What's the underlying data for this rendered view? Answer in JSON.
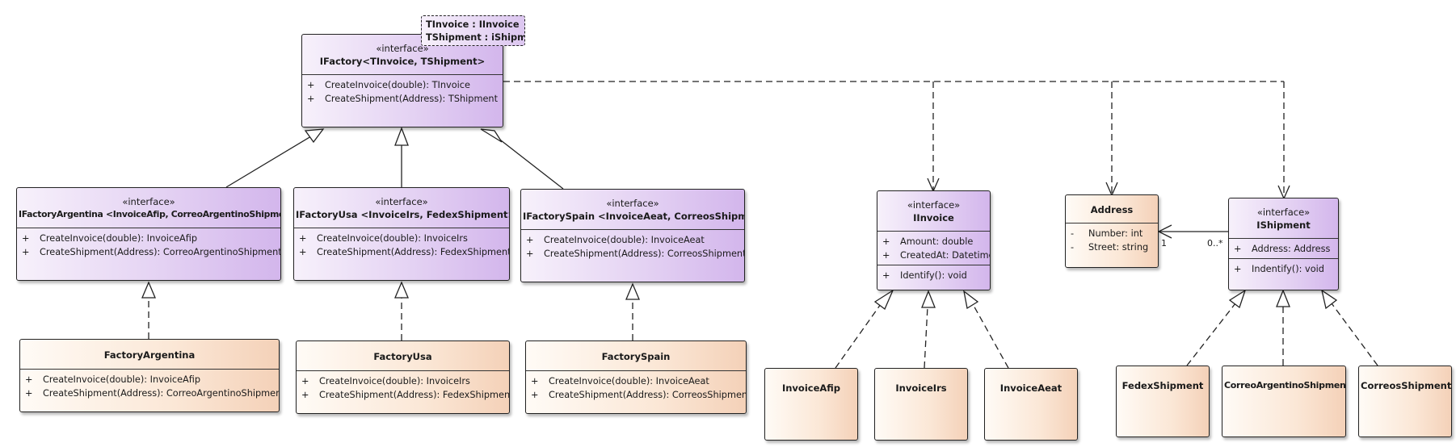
{
  "interfaces": {
    "ifactory": {
      "stereotype": "«interface»",
      "name": "IFactory<TInvoice, TShipment>",
      "ops": [
        {
          "vis": "+",
          "text": "CreateInvoice(double): TInvoice"
        },
        {
          "vis": "+",
          "text": "CreateShipment(Address): TShipment"
        }
      ]
    },
    "ifactory_argentina": {
      "stereotype": "«interface»",
      "name": "IFactoryArgentina <InvoiceAfip, CorreoArgentinoShipment>",
      "ops": [
        {
          "vis": "+",
          "text": "CreateInvoice(double): InvoiceAfip"
        },
        {
          "vis": "+",
          "text": "CreateShipment(Address): CorreoArgentinoShipment"
        }
      ]
    },
    "ifactory_usa": {
      "stereotype": "«interface»",
      "name": "IFactoryUsa <InvoiceIrs, FedexShipment>",
      "ops": [
        {
          "vis": "+",
          "text": "CreateInvoice(double): InvoiceIrs"
        },
        {
          "vis": "+",
          "text": "CreateShipment(Address): FedexShipment"
        }
      ]
    },
    "ifactory_spain": {
      "stereotype": "«interface»",
      "name": "IFactorySpain <InvoiceAeat, CorreosShipment>",
      "ops": [
        {
          "vis": "+",
          "text": "CreateInvoice(double): InvoiceAeat"
        },
        {
          "vis": "+",
          "text": "CreateShipment(Address): CorreosShipment"
        }
      ]
    },
    "iinvoice": {
      "stereotype": "«interface»",
      "name": "IInvoice",
      "attrs": [
        {
          "vis": "+",
          "text": "Amount: double"
        },
        {
          "vis": "+",
          "text": "CreatedAt: Datetime"
        }
      ],
      "ops": [
        {
          "vis": "+",
          "text": "Identify(): void"
        }
      ]
    },
    "ishipment": {
      "stereotype": "«interface»",
      "name": "IShipment",
      "attrs": [
        {
          "vis": "+",
          "text": "Address: Address"
        }
      ],
      "ops": [
        {
          "vis": "+",
          "text": "Indentify(): void"
        }
      ]
    }
  },
  "classes": {
    "factory_argentina": {
      "name": "FactoryArgentina",
      "ops": [
        {
          "vis": "+",
          "text": "CreateInvoice(double): InvoiceAfip"
        },
        {
          "vis": "+",
          "text": "CreateShipment(Address): CorreoArgentinoShipment"
        }
      ]
    },
    "factory_usa": {
      "name": "FactoryUsa",
      "ops": [
        {
          "vis": "+",
          "text": "CreateInvoice(double): InvoiceIrs"
        },
        {
          "vis": "+",
          "text": "CreateShipment(Address): FedexShipment"
        }
      ]
    },
    "factory_spain": {
      "name": "FactorySpain",
      "ops": [
        {
          "vis": "+",
          "text": "CreateInvoice(double): InvoiceAeat"
        },
        {
          "vis": "+",
          "text": "CreateShipment(Address): CorreosShipment"
        }
      ]
    },
    "address": {
      "name": "Address",
      "attrs": [
        {
          "vis": "-",
          "text": "Number: int"
        },
        {
          "vis": "-",
          "text": "Street: string"
        }
      ]
    },
    "invoice_afip": {
      "name": "InvoiceAfip"
    },
    "invoice_irs": {
      "name": "InvoiceIrs"
    },
    "invoice_aeat": {
      "name": "InvoiceAeat"
    },
    "fedex_shipment": {
      "name": "FedexShipment"
    },
    "correo_argentino_shipment": {
      "name": "CorreoArgentinoShipment"
    },
    "correos_shipment": {
      "name": "CorreosShipment"
    }
  },
  "note": {
    "lines": [
      "TInvoice : IInvoice",
      "TShipment : iShipment"
    ]
  },
  "association": {
    "address_end": "1",
    "shipment_end": "0..*"
  }
}
